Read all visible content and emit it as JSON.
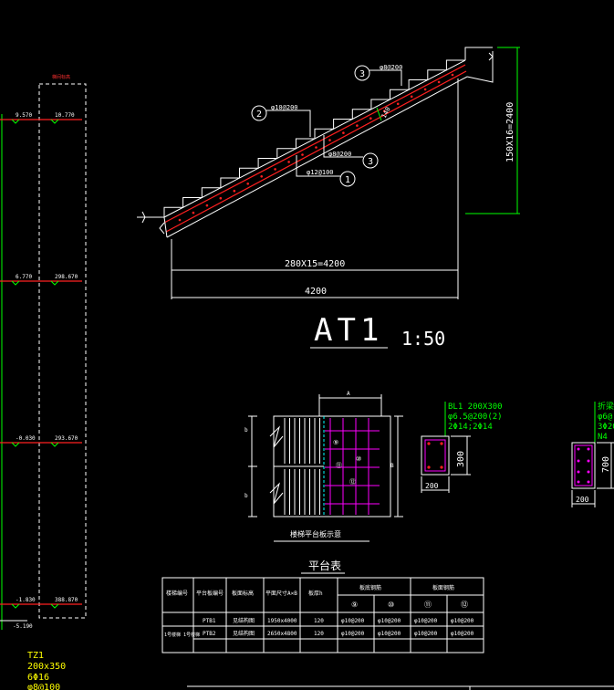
{
  "stair": {
    "title": "AT1",
    "scale": "1:50",
    "span_dim": "280X15=4200",
    "total_dim": "4200",
    "rise_dim": "150X16=2400",
    "thickness": "140",
    "callouts": [
      {
        "num": "3",
        "label": "φ8@200"
      },
      {
        "num": "2",
        "label": "φ10@200"
      },
      {
        "num": "3",
        "label": "φ8@200"
      },
      {
        "num": "1",
        "label": "φ12@100"
      }
    ]
  },
  "elevation": {
    "header": "梯间标高",
    "levels": [
      {
        "left": "9.570",
        "right": "10.770"
      },
      {
        "left": "6.770",
        "right": "298.670"
      },
      {
        "left": "-0.030",
        "right": "293.670"
      },
      {
        "left": "-1.830",
        "right": "388.870"
      }
    ],
    "bottom": "-5.190"
  },
  "plan": {
    "title": "楼梯平台板示意",
    "dim_a": "A",
    "dim_b": "B",
    "dim_b_left": "b",
    "marks": [
      "⑨",
      "⑩",
      "⑪",
      "⑫"
    ]
  },
  "beam": {
    "title": "BL1 200X300",
    "stirrup": "φ6.5@200(2)",
    "bars": "2Φ14;2Φ14",
    "height": "300",
    "width": "200"
  },
  "beam2": {
    "title": "折梁",
    "line2": "φ6@",
    "line3": "3Φ20",
    "line4": "N4",
    "height": "700",
    "width": "200"
  },
  "tz": {
    "name": "TZ1",
    "size": "200x350",
    "bars": "6Φ16",
    "stirrup": "φ8@100"
  },
  "table": {
    "title": "平台表",
    "headers": [
      "楼梯编号",
      "平台板编号",
      "板面标高",
      "平面尺寸A×B",
      "板厚h",
      "板底钢筋",
      "板面钢筋"
    ],
    "subheaders": [
      "⑨",
      "⑩",
      "⑪",
      "⑫"
    ],
    "group_label": "1号楼梯 1号楼梯",
    "rows": [
      [
        "PTB1",
        "见结构图",
        "1950x4000",
        "120",
        "φ10@200",
        "φ10@200",
        "φ10@200",
        "φ10@200"
      ],
      [
        "PTB2",
        "见结构图",
        "2650x4800",
        "120",
        "φ10@200",
        "φ10@200",
        "φ10@200",
        "φ10@200"
      ]
    ]
  }
}
